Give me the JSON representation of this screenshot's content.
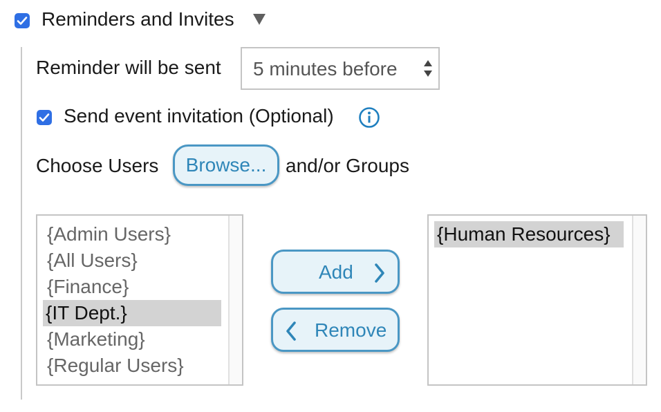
{
  "section": {
    "title": "Reminders and Invites",
    "checked": true
  },
  "reminder": {
    "label": "Reminder will be sent",
    "selected": "5 minutes before"
  },
  "invitation": {
    "label": "Send event invitation (Optional)",
    "checked": true
  },
  "choose": {
    "label_prefix": "Choose Users",
    "browse_label": "Browse...",
    "label_suffix": "and/or Groups"
  },
  "available_groups": [
    {
      "label": "{Admin Users}",
      "selected": false
    },
    {
      "label": "{All Users}",
      "selected": false
    },
    {
      "label": "{Finance}",
      "selected": false
    },
    {
      "label": "{IT Dept.}",
      "selected": true
    },
    {
      "label": "{Marketing}",
      "selected": false
    },
    {
      "label": "{Regular Users}",
      "selected": false
    }
  ],
  "selected_groups": [
    {
      "label": "{Human Resources}",
      "selected": true
    }
  ],
  "buttons": {
    "add_label": "Add",
    "remove_label": "Remove"
  },
  "colors": {
    "checkbox": "#2f6fe4",
    "button_border": "#4a97c4",
    "button_fill": "#e7f3f9",
    "button_text": "#2f86b8",
    "selection": "#d3d3d3"
  }
}
